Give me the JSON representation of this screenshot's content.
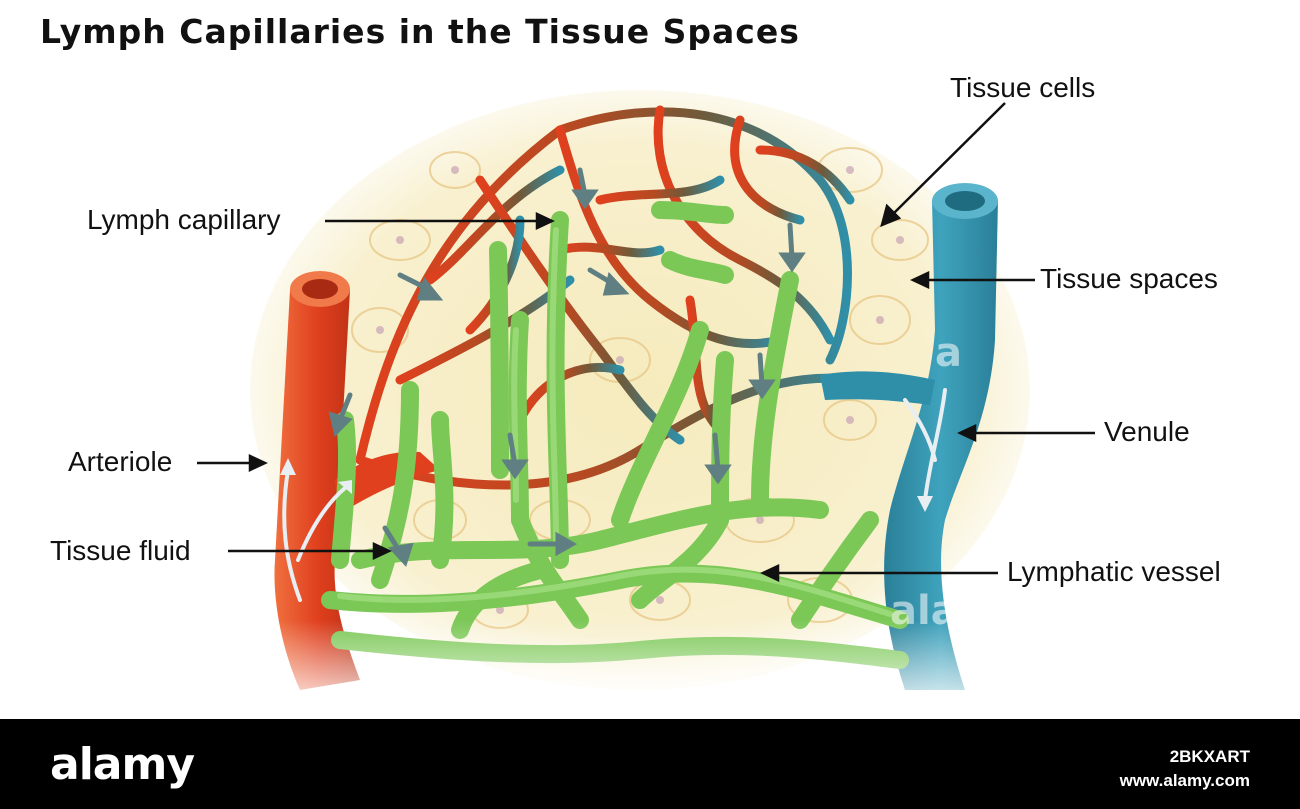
{
  "title": "Lymph Capillaries in the Tissue Spaces",
  "labels": {
    "tissue_cells": "Tissue cells",
    "lymph_capillary": "Lymph capillary",
    "tissue_spaces": "Tissue spaces",
    "arteriole": "Arteriole",
    "venule": "Venule",
    "tissue_fluid": "Tissue fluid",
    "lymphatic_vessel": "Lymphatic vessel"
  },
  "watermark": {
    "brand": "alamy",
    "image_code": "2BKXART",
    "site": "www.alamy.com",
    "overlay_1": "a",
    "overlay_2": "ala"
  },
  "colors": {
    "arteriole": "#e0401e",
    "venule": "#2f8fa8",
    "lymphatic": "#7cc857",
    "tissue": "#f6ebbd",
    "capillary_mid": "#8a5a30"
  }
}
